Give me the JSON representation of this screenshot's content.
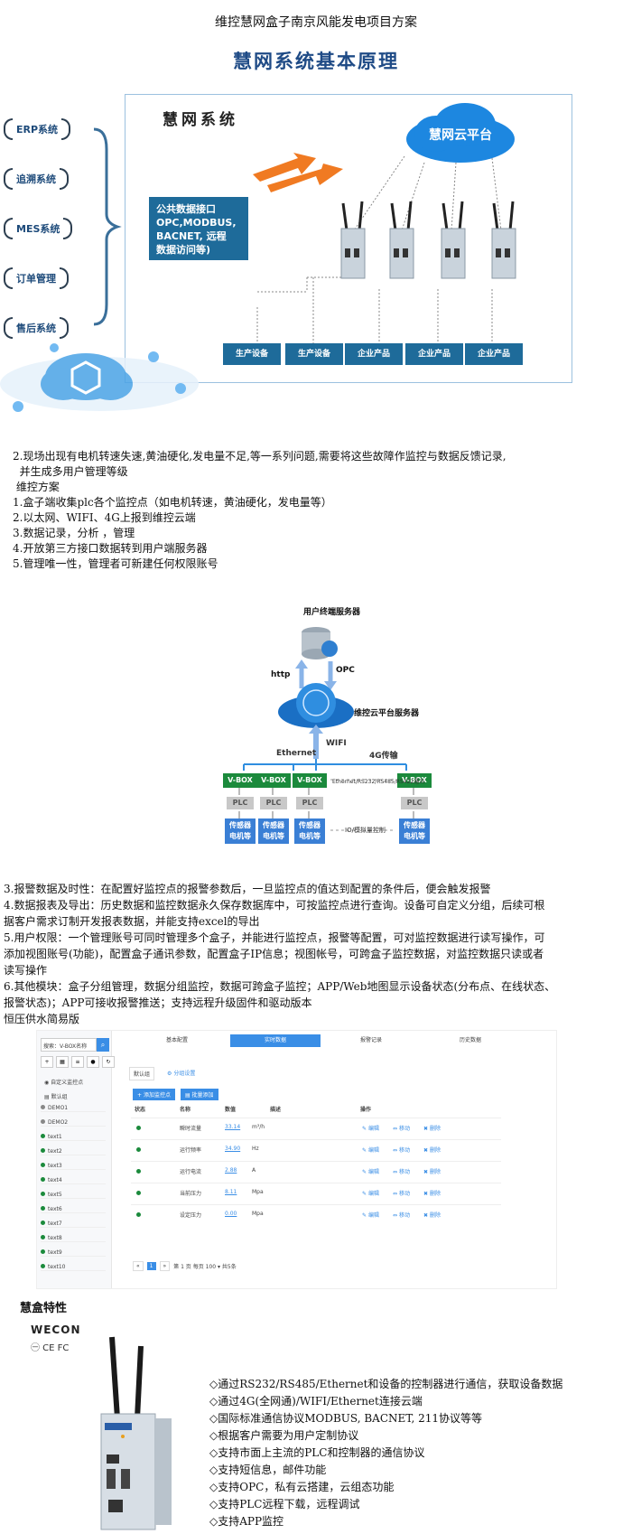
{
  "doc_title": "维控慧网盒子南京风能发电项目方案",
  "section_title": "慧网系统基本原理",
  "diagram1": {
    "system_title": "慧网系统",
    "cloud_label": "慧网云平台",
    "api_box": [
      "公共数据接口",
      "OPC,MODBUS,",
      "BACNET, 远程",
      "数据访问等)"
    ],
    "side_items": [
      "ERP系统",
      "追溯系统",
      "MES系统",
      "订单管理",
      "售后系统"
    ],
    "bottom_labels": [
      "生产设备",
      "生产设备",
      "企业产品",
      "企业产品",
      "企业产品"
    ]
  },
  "text_block1": [
    "2.现场出现有电机转速失速,黄油硬化,发电量不足,等一系列问题,需要将这些故障作监控与数据反馈记录,",
    "  并生成多用户管理等级",
    " 维控方案",
    "1.盒子端收集plc各个监控点（如电机转速，黄油硬化，发电量等）",
    "2.以太网、WIFI、4G上报到维控云端",
    "3.数据记录，分析 ，管理",
    "4.开放第三方接口数据转到用户端服务器",
    "5.管理唯一性，管理者可新建任何权限账号"
  ],
  "diagram2": {
    "server_label": "用户终端服务器",
    "http": "http",
    "opc": "OPC",
    "cloud_server_label": "维控云平台服务器",
    "wifi": "WIFI",
    "ethernet": "Ethernet",
    "g4": "4G传输",
    "vbox": "V-BOX",
    "plc": "PLC",
    "sensor": [
      "传感器",
      "电机等"
    ],
    "comm_note": "Ethernet/RS232/RS485/RS422通讯",
    "io_note": "IO/模拟量控制"
  },
  "text_block2": [
    "3.报警数据及时性：在配置好监控点的报警参数后，一旦监控点的值达到配置的条件后，便会触发报警",
    "4.数据报表及导出：历史数据和监控数据永久保存数据库中，可按监控点进行查询。设备可自定义分组，后续可根",
    "据客户需求订制开发报表数据，并能支持excel的导出",
    "5.用户权限：一个管理账号可同时管理多个盒子，并能进行监控点，报警等配置，可对监控数据进行读写操作，可",
    "添加视图账号(功能)，配置盒子通讯参数，配置盒子IP信息；视图帐号，可跨盒子监控数据，对监控数据只读或者",
    "读写操作",
    "6.其他模块：盒子分组管理，数据分组监控，数据可跨盒子监控；APP/Web地图显示设备状态(分布点、在线状态、",
    "报警状态)；APP可接收报警推送；支持远程升级固件和驱动版本",
    "恒压供水简易版"
  ],
  "dashboard": {
    "tabs": [
      "基本配置",
      "实时数据",
      "报警记录",
      "历史数据"
    ],
    "active_tab": 1,
    "search_placeholder": "搜索：V-BOX名称",
    "sidebar_group": "自定义监控点",
    "sidebar_default": "默认组",
    "devices": [
      "DEMO1",
      "DEMO2",
      "text1",
      "text2",
      "text3",
      "text4",
      "text5",
      "text6",
      "text7",
      "text8",
      "text9",
      "text10"
    ],
    "subtabs": [
      "默认组",
      "分组设置"
    ],
    "buttons": [
      "添加监控点",
      "批量添加"
    ],
    "columns": [
      "状态",
      "名称",
      "数值",
      "描述",
      "操作"
    ],
    "rows": [
      {
        "name": "瞬时流量",
        "value": "33.14",
        "unit": "m³/h"
      },
      {
        "name": "运行频率",
        "value": "34.90",
        "unit": "Hz"
      },
      {
        "name": "运行电流",
        "value": "2.88",
        "unit": "A"
      },
      {
        "name": "当前压力",
        "value": "8.11",
        "unit": "Mpa"
      },
      {
        "name": "设定压力",
        "value": "0.00",
        "unit": "Mpa"
      }
    ],
    "actions": [
      "编辑",
      "移动",
      "删除"
    ],
    "pager": {
      "page": "1",
      "text": "第 1 页 每页 100 ▾ 共5条"
    }
  },
  "features_title": "慧盒特性",
  "logo": "WECON",
  "certs": "㊀ CE FC",
  "features": [
    "◇通过RS232/RS485/Ethernet和设备的控制器进行通信，获取设备数据",
    "◇通过4G(全网通)/WIFI/Ethernet连接云端",
    "◇国际标准通信协议MODBUS, BACNET, 211协议等等",
    "◇根据客户需要为用户定制协议",
    "◇支持市面上主流的PLC和控制器的通信协议",
    "◇支持短信息，邮件功能",
    "◇支持OPC，私有云搭建，云组态功能",
    "◇支持PLC远程下载，远程调试",
    "◇支持APP监控"
  ],
  "colors": {
    "title_blue": "#1f4b86",
    "box_blue": "#1e6b9a",
    "green": "#1b8a3c",
    "accent": "#3a8ee6"
  }
}
